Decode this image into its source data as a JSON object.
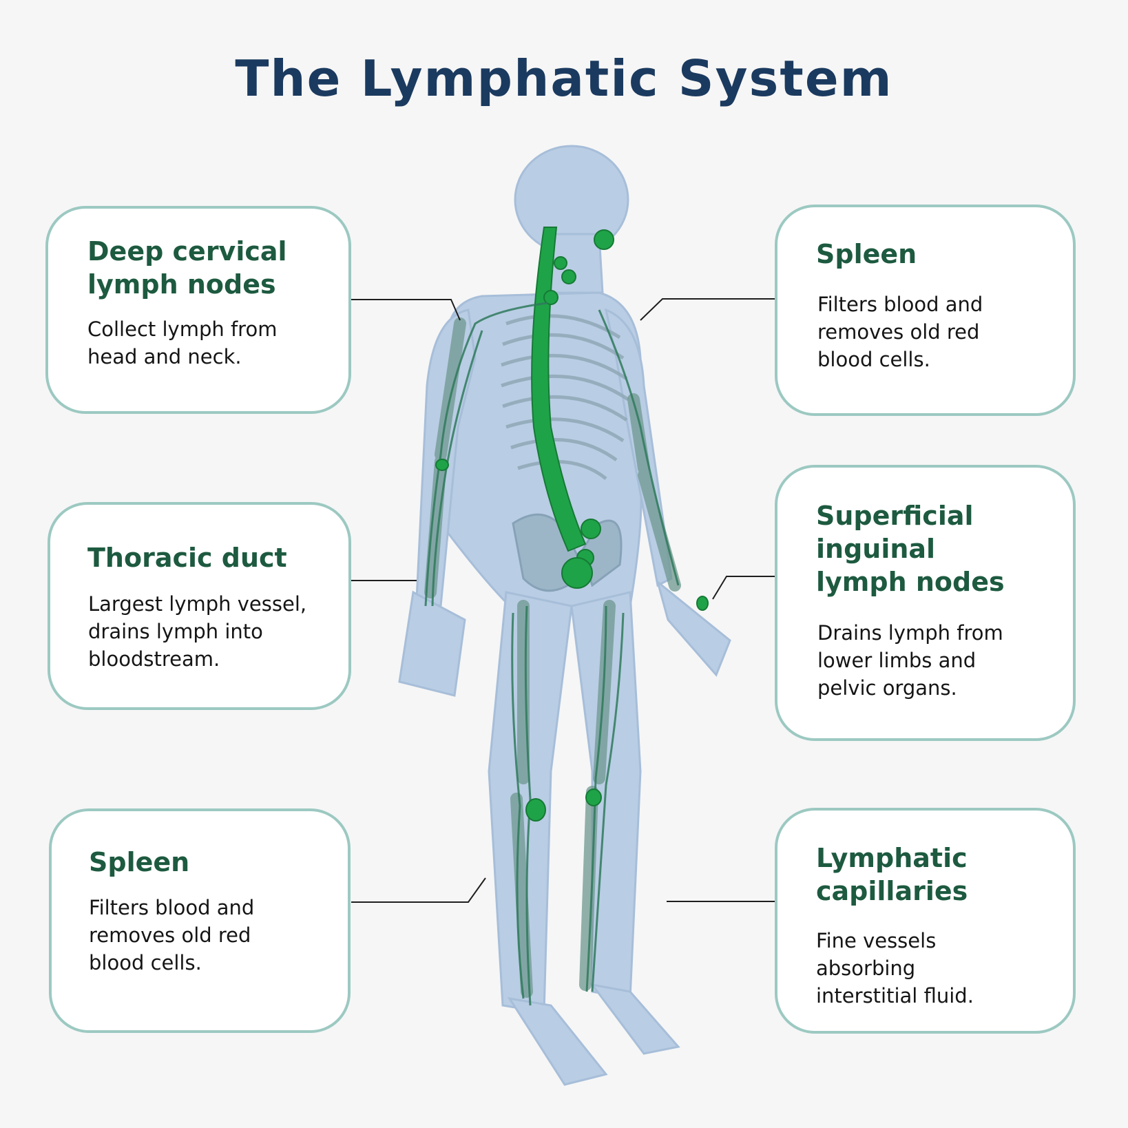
{
  "title": "The Lymphatic System",
  "colors": {
    "title": "#1b3a5f",
    "heading": "#1d5a40",
    "card_border": "#9cc9c2",
    "body_silhouette": "#b6cbe4",
    "bone": "#8fa8b6",
    "lymph_green": "#1fa348",
    "vessel": "#2f7a5c"
  },
  "cards": [
    {
      "title": "Deep cervical\nlymph nodes",
      "description": "Collect lymph from\nhead and neck."
    },
    {
      "title": "Thoracic duct",
      "description": "Largest lymph vessel,\ndrains lymph into\nbloodstream."
    },
    {
      "title": "Spleen",
      "description": "Filters blood and\nremoves old red\nblood cells."
    },
    {
      "title": "Spleen",
      "description": "Filters blood and\nremoves old red\nblood cells."
    },
    {
      "title": "Superficial\ninguinal\nlymph nodes",
      "description": "Drains lymph from\nlower limbs and\npelvic organs."
    },
    {
      "title": "Lymphatic\ncapillaries",
      "description": "Fine vessels\nabsorbing\ninterstitial fluid."
    }
  ]
}
